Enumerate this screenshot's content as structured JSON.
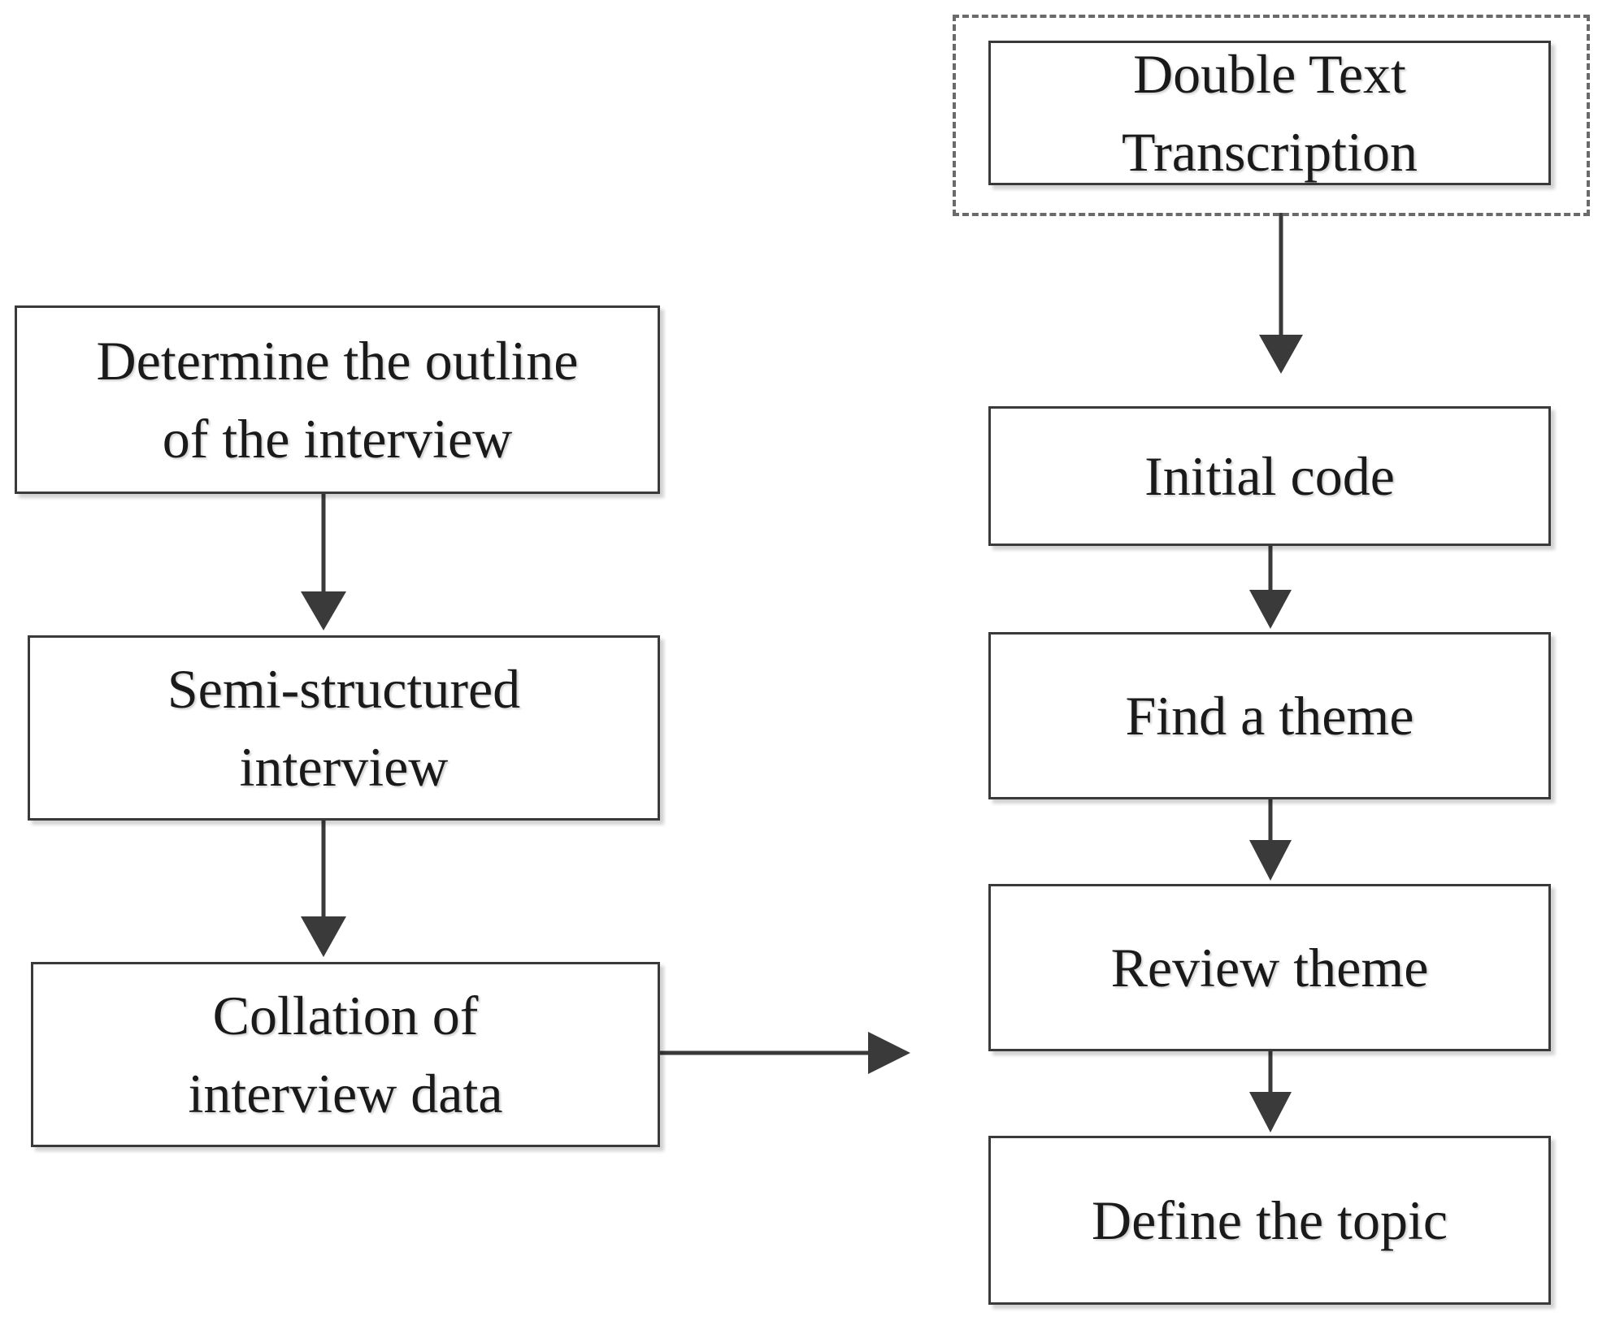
{
  "diagram": {
    "left_column": [
      {
        "id": "outline",
        "label": "Determine the outline\nof the interview"
      },
      {
        "id": "semi",
        "label": "Semi-structured\ninterview"
      },
      {
        "id": "collation",
        "label": "Collation of\ninterview data"
      }
    ],
    "right_column": [
      {
        "id": "transcription",
        "label": "Double Text\nTranscription"
      },
      {
        "id": "initial",
        "label": "Initial code"
      },
      {
        "id": "find",
        "label": "Find a theme"
      },
      {
        "id": "review",
        "label": "Review theme"
      },
      {
        "id": "define",
        "label": "Define the topic"
      }
    ],
    "colors": {
      "border": "#3a3a3a",
      "arrow": "#3a3a3a",
      "dashed_border": "#6a6a6a",
      "text": "#1a1a1a"
    }
  }
}
